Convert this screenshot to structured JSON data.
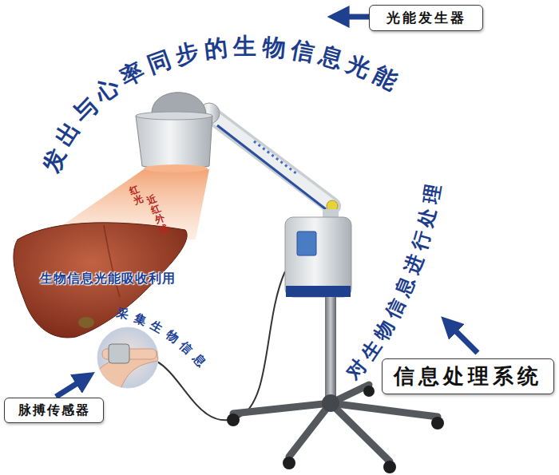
{
  "diagram": {
    "nodes": [
      {
        "text": [
          "光能发生器"
        ]
      },
      {
        "text": [
          "脉搏传感器"
        ]
      },
      {
        "text": [
          "信息处理系统"
        ]
      }
    ],
    "labels": [
      "发出与心率同步的生物信息光能",
      "红光",
      "近红外线",
      "生物信息光能吸收利用",
      "采集生物信息",
      "对生物信息进行处理"
    ]
  }
}
